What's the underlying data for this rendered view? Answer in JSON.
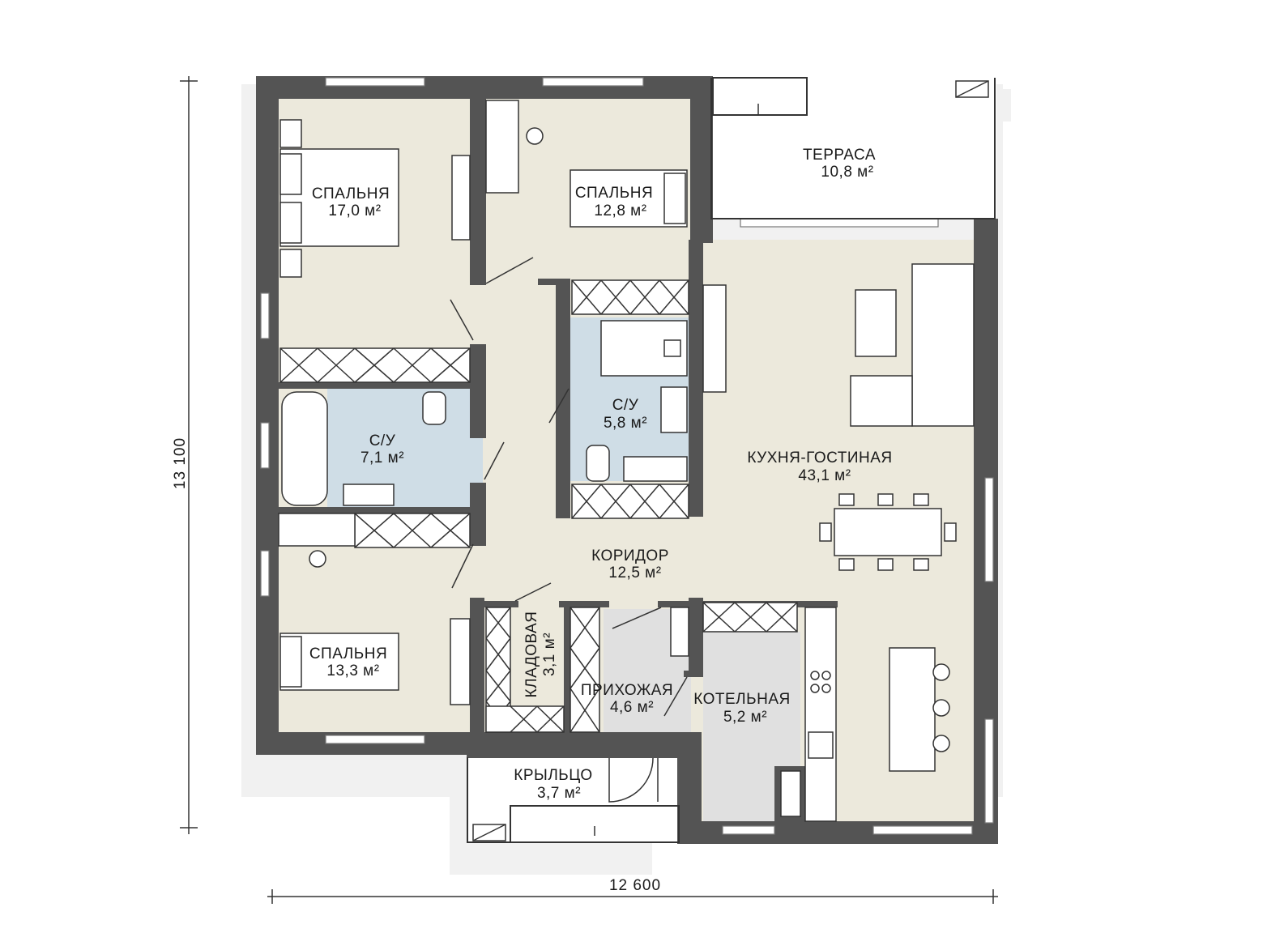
{
  "colors": {
    "wall": "#545454",
    "floor": "#ece9dc",
    "bathroom": "#cfdde6",
    "service": "#e0e0e0",
    "shadow": "#f1f1f1"
  },
  "rooms": [
    {
      "id": "bedroom-1",
      "name": "СПАЛЬНЯ",
      "area": "17,0 м²"
    },
    {
      "id": "bedroom-2",
      "name": "СПАЛЬНЯ",
      "area": "12,8 м²"
    },
    {
      "id": "terrace",
      "name": "ТЕРРАСА",
      "area": "10,8 м²"
    },
    {
      "id": "bathroom-1",
      "name": "С/У",
      "area": "7,1 м²"
    },
    {
      "id": "bathroom-2",
      "name": "С/У",
      "area": "5,8 м²"
    },
    {
      "id": "kitchen-living",
      "name": "КУХНЯ-ГОСТИНАЯ",
      "area": "43,1 м²"
    },
    {
      "id": "corridor",
      "name": "КОРИДОР",
      "area": "12,5 м²"
    },
    {
      "id": "bedroom-3",
      "name": "СПАЛЬНЯ",
      "area": "13,3 м²"
    },
    {
      "id": "pantry",
      "name": "КЛАДОВАЯ",
      "area": "3,1 м²"
    },
    {
      "id": "hallway",
      "name": "ПРИХОЖАЯ",
      "area": "4,6 м²"
    },
    {
      "id": "boiler-room",
      "name": "КОТЕЛЬНАЯ",
      "area": "5,2 м²"
    },
    {
      "id": "porch",
      "name": "КРЫЛЬЦО",
      "area": "3,7 м²"
    }
  ],
  "dimensions": {
    "height": "13 100",
    "width": "12 600"
  }
}
